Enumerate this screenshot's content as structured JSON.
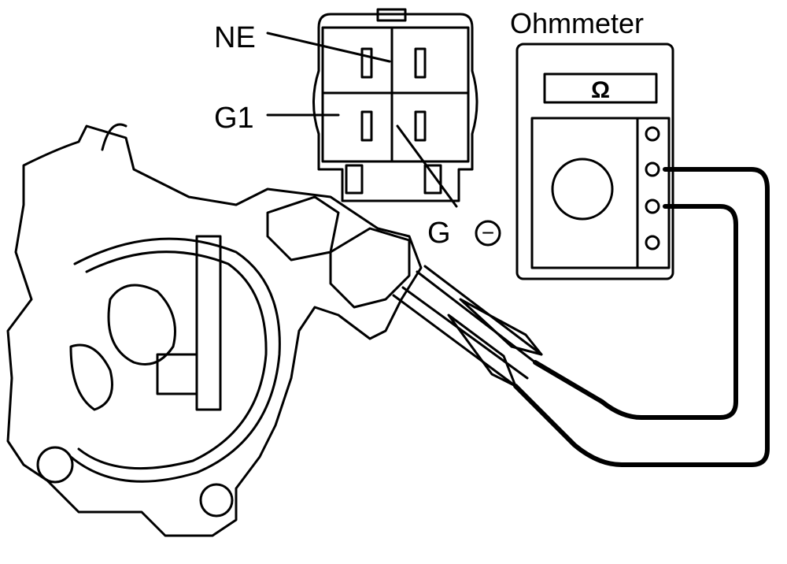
{
  "labels": {
    "meter_title": "Ohmmeter",
    "meter_display": "Ω",
    "terminal_ne": "NE",
    "terminal_g1": "G1",
    "terminal_g": "G",
    "g_polarity": "−"
  }
}
